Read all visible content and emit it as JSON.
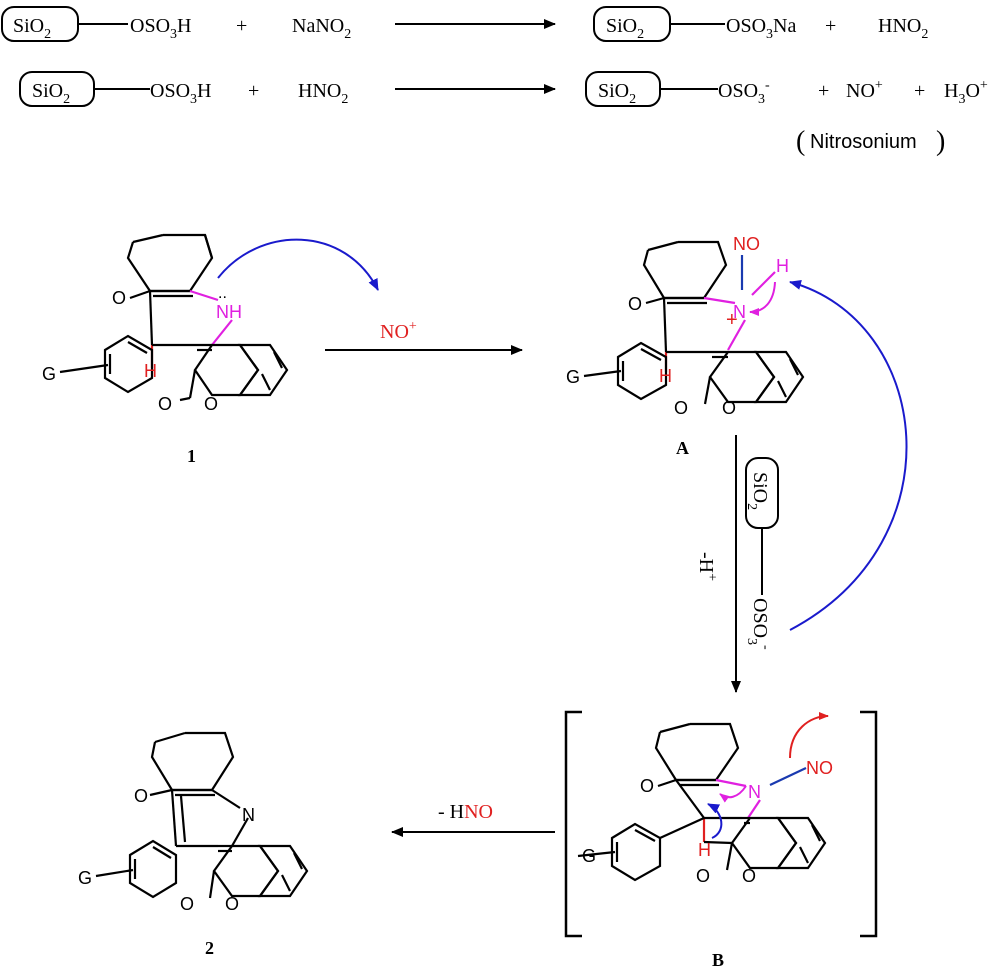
{
  "colors": {
    "ink": "#000000",
    "magenta": "#e020e0",
    "red": "#e02020",
    "blue": "#1a1acc",
    "navy": "#1a3ab0"
  },
  "equations": {
    "eq1": {
      "support": [
        "SiO",
        "2"
      ],
      "reactant_group": [
        "OSO",
        "3",
        "H"
      ],
      "plus1": "+",
      "reagent": [
        "NaNO",
        "2"
      ],
      "product_group": [
        "OSO",
        "3",
        "Na"
      ],
      "plus2": "+",
      "byproduct": [
        "HNO",
        "2"
      ]
    },
    "eq2": {
      "support": [
        "SiO",
        "2"
      ],
      "reactant_group": [
        "OSO",
        "3",
        "H"
      ],
      "plus1": "+",
      "reagent": [
        "HNO",
        "2"
      ],
      "product_group": [
        "OSO",
        "3",
        "-"
      ],
      "plus2": "+",
      "ion1": [
        "NO",
        "+"
      ],
      "plus3": "+",
      "ion2": [
        "H",
        "3",
        "O",
        "+"
      ],
      "note_open": "(",
      "note": "Nitrosonium",
      "note_close": ")"
    }
  },
  "scheme": {
    "compound_1_label": "1",
    "compound_A_label": "A",
    "compound_B_label": "B",
    "compound_2_label": "2",
    "reagent_no_plus": [
      "NO",
      "+"
    ],
    "deprotonation": [
      "-H",
      "+"
    ],
    "support_vertical": [
      "SiO",
      "2"
    ],
    "sulfonate_vertical": [
      "OSO",
      "3",
      "-"
    ],
    "elimination": [
      "- H",
      "NO"
    ],
    "atoms": {
      "O": "O",
      "N": "N",
      "NH": "NH",
      "H": "H",
      "G": "G",
      "NO": "NO",
      "plus": "+",
      "lone_pair": ".."
    }
  }
}
